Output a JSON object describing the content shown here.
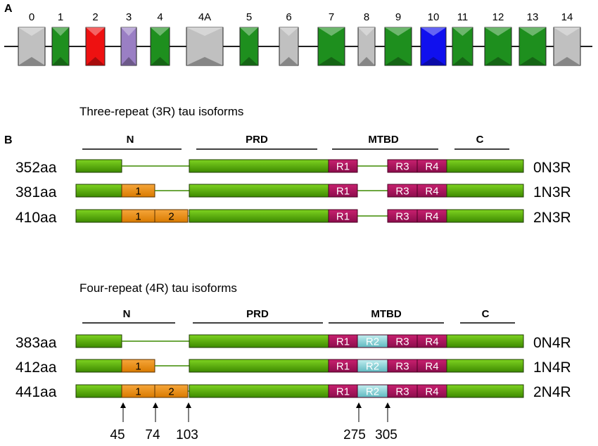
{
  "panel_a": {
    "label": "A",
    "exons": [
      {
        "label": "0",
        "color": "#c0c0c0"
      },
      {
        "label": "1",
        "color": "#1e8f1e"
      },
      {
        "label": "2",
        "color": "#ee1111"
      },
      {
        "label": "3",
        "color": "#9a7fc4"
      },
      {
        "label": "4",
        "color": "#1e8f1e"
      },
      {
        "label": "4A",
        "color": "#c0c0c0"
      },
      {
        "label": "5",
        "color": "#1e8f1e"
      },
      {
        "label": "6",
        "color": "#c0c0c0"
      },
      {
        "label": "7",
        "color": "#1e8f1e"
      },
      {
        "label": "8",
        "color": "#c0c0c0"
      },
      {
        "label": "9",
        "color": "#1e8f1e"
      },
      {
        "label": "10",
        "color": "#1010ee"
      },
      {
        "label": "11",
        "color": "#1e8f1e"
      },
      {
        "label": "12",
        "color": "#1e8f1e"
      },
      {
        "label": "13",
        "color": "#1e8f1e"
      },
      {
        "label": "14",
        "color": "#c0c0c0"
      }
    ]
  },
  "panel_b": {
    "label": "B",
    "colors": {
      "bar": "#55b000",
      "n_insert": "#ef8c12",
      "repeat": "#b0135f",
      "r2": "#86cfd3"
    },
    "groups": [
      {
        "heading": "Three-repeat (3R) tau isoforms",
        "domains": {
          "n": "N",
          "prd": "PRD",
          "mtbd": "MTBD",
          "c": "C"
        },
        "isoforms": [
          {
            "aa": "352aa",
            "name": "0N3R",
            "n_segments": [],
            "repeats": [
              "R1",
              "R3",
              "R4"
            ]
          },
          {
            "aa": "381aa",
            "name": "1N3R",
            "n_segments": [
              "1"
            ],
            "repeats": [
              "R1",
              "R3",
              "R4"
            ]
          },
          {
            "aa": "410aa",
            "name": "2N3R",
            "n_segments": [
              "1",
              "2"
            ],
            "repeats": [
              "R1",
              "R3",
              "R4"
            ]
          }
        ]
      },
      {
        "heading": "Four-repeat (4R) tau isoforms",
        "domains": {
          "n": "N",
          "prd": "PRD",
          "mtbd": "MTBD",
          "c": "C"
        },
        "isoforms": [
          {
            "aa": "383aa",
            "name": "0N4R",
            "n_segments": [],
            "repeats": [
              "R1",
              "R2",
              "R3",
              "R4"
            ]
          },
          {
            "aa": "412aa",
            "name": "1N4R",
            "n_segments": [
              "1"
            ],
            "repeats": [
              "R1",
              "R2",
              "R3",
              "R4"
            ]
          },
          {
            "aa": "441aa",
            "name": "2N4R",
            "n_segments": [
              "1",
              "2"
            ],
            "repeats": [
              "R1",
              "R2",
              "R3",
              "R4"
            ]
          }
        ]
      }
    ],
    "positions": [
      "45",
      "74",
      "103",
      "275",
      "305"
    ]
  }
}
